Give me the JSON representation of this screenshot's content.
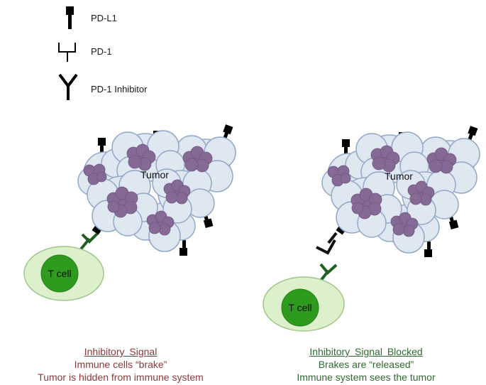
{
  "legend": {
    "items": [
      {
        "icon": "pd-l1-icon",
        "label": "PD-L1"
      },
      {
        "icon": "pd-1-icon",
        "label": "PD-1"
      },
      {
        "icon": "pd-1-inhibitor-icon",
        "label": "PD-1 Inhibitor"
      }
    ]
  },
  "panels": [
    {
      "tumor_label": "Tumor",
      "tcell_label": "T cell",
      "caption": {
        "title": "Inhibitory  Signal",
        "line1": "Immune cells “brake”",
        "line2": "Tumor is hidden from immune system"
      }
    },
    {
      "tumor_label": "Tumor",
      "tcell_label": "T cell",
      "caption": {
        "title": "Inhibitory  Signal Blocked",
        "line1": "Brakes are “released”",
        "line2": "Immune system sees the tumor"
      }
    }
  ],
  "colors": {
    "tumor_cell_fill": "#dfe7f1",
    "tumor_cell_stroke": "#93a8c6",
    "nucleus_fill": "#866a96",
    "tcell_outer": "#dcf0cc",
    "tcell_inner": "#2e9a1e",
    "pd1_green": "#1f5f1f",
    "inhibitory_text": "#8b3a3a",
    "blocked_text": "#2e6b2e"
  }
}
